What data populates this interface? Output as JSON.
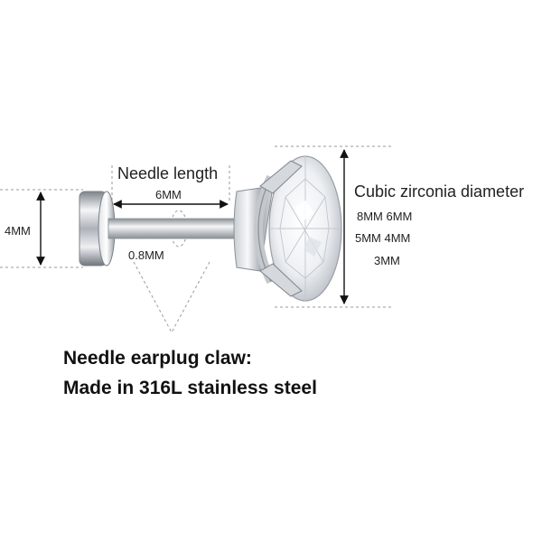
{
  "labels": {
    "needle_length": "Needle length",
    "needle_length_value": "6MM",
    "ball_height": "4MM",
    "needle_thickness": "0.8MM",
    "cz_diameter_title": "Cubic zirconia diameter",
    "cz_sizes_row1": "8MM  6MM",
    "cz_sizes_row2": "5MM 4MM",
    "cz_sizes_row3": "3MM"
  },
  "caption": {
    "line1": "Needle earplug claw:",
    "line2": "Made in 316L stainless steel"
  },
  "colors": {
    "metal_dark": "#8a8f96",
    "metal_light": "#f2f4f6",
    "arrow": "#111111",
    "guide": "#9a9a9a"
  }
}
